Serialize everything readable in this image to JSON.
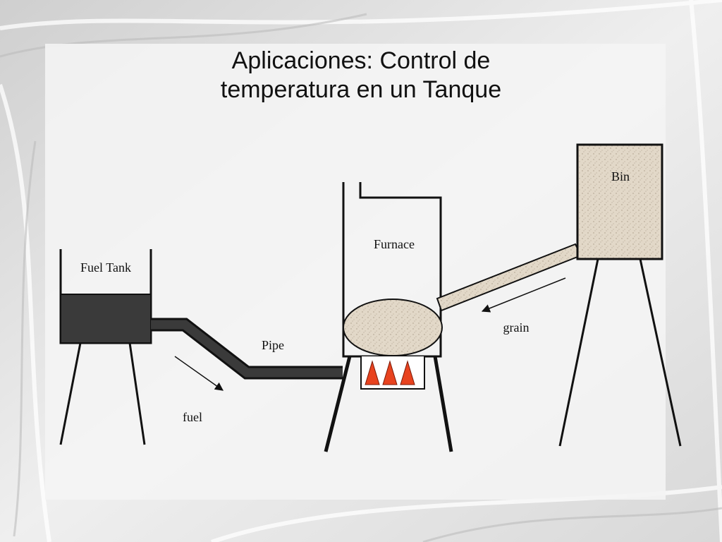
{
  "slide": {
    "title_line1": "Aplicaciones: Control de",
    "title_line2": "temperatura en un Tanque"
  },
  "diagram": {
    "labels": {
      "fuel_tank": "Fuel Tank",
      "furnace": "Furnace",
      "bin": "Bin",
      "pipe": "Pipe",
      "fuel": "fuel",
      "grain": "grain"
    },
    "colors": {
      "fuel": "#3a3a3a",
      "grain": "#e2d8c8",
      "flame": "#e8431f",
      "slide_panel": "#f4f4f4"
    }
  }
}
